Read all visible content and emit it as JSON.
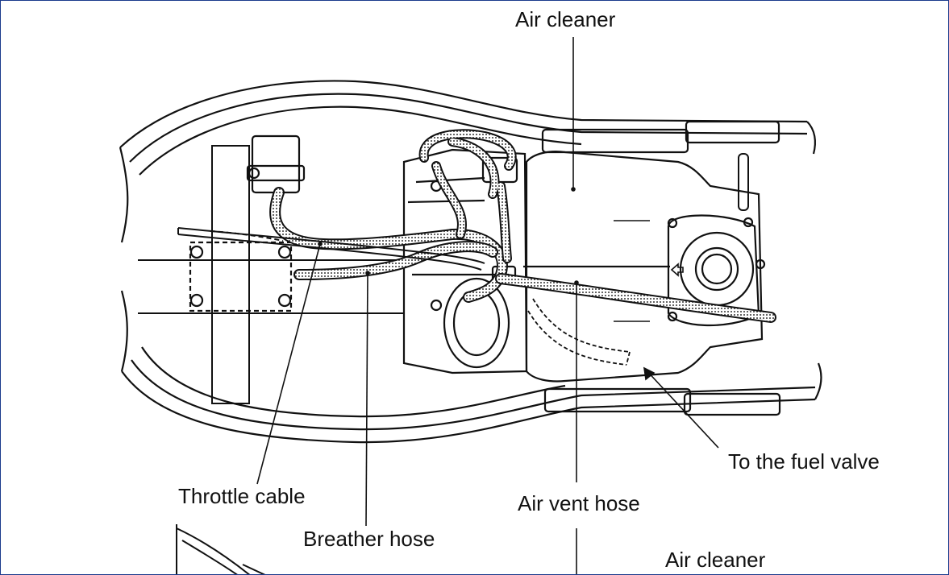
{
  "labels": {
    "air_cleaner_top": "Air cleaner",
    "to_fuel_valve": "To the fuel valve",
    "throttle_cable": "Throttle cable",
    "air_vent_hose": "Air vent hose",
    "breather_hose": "Breather hose",
    "air_cleaner_bottom": "Air cleaner"
  },
  "icons": {
    "direction_arrow": "arrow-left-icon"
  }
}
